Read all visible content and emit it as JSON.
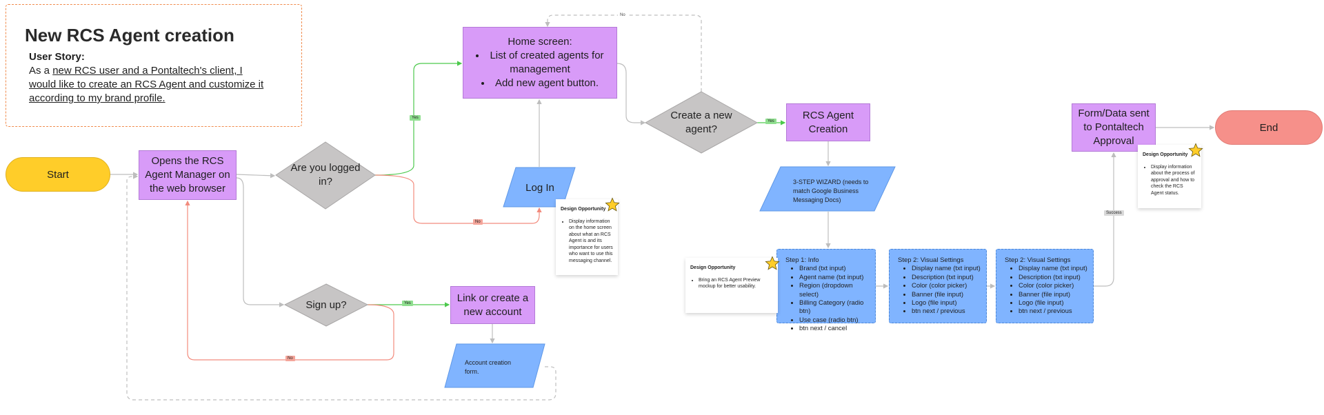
{
  "story": {
    "title": "New RCS Agent creation",
    "label": "User Story:",
    "text_prefix": "As a ",
    "text_underlined": "new RCS user and a Pontaltech's client, I would like to create an RCS Agent and customize it according to my brand profile."
  },
  "nodes": {
    "start": "Start",
    "end": "End",
    "opens": "Opens the RCS Agent Manager on the web browser",
    "logged_in": "Are you logged in?",
    "sign_up": "Sign up?",
    "login": "Log In",
    "link_account": "Link or create a new account",
    "account_form": "Account creation form.",
    "home_title": "Home screen:",
    "home_items": [
      "List of created agents for management",
      "Add new agent button."
    ],
    "create_agent": "Create a new agent?",
    "rcs_creation": "RCS Agent Creation",
    "wizard": "3-STEP WIZARD (needs to match Google Business Messaging Docs)",
    "form_sent": "Form/Data sent to Pontaltech Approval"
  },
  "steps": [
    {
      "title": "Step 1: Info",
      "items": [
        "Brand (txt input)",
        "Agent name (txt input)",
        "Region (dropdown select)",
        "Billing Category (radio btn)",
        "Use case (radio btn)",
        "btn next / cancel"
      ]
    },
    {
      "title": "Step 2: Visual Settings",
      "items": [
        "Display name (txt input)",
        "Description (txt input)",
        "Color (color picker)",
        "Banner (file input)",
        "Logo (file input)",
        "btn next / previous"
      ]
    },
    {
      "title": "Step 2: Visual Settings",
      "items": [
        "Display name (txt input)",
        "Description (txt input)",
        "Color (color picker)",
        "Banner (file input)",
        "Logo (file input)",
        "btn next / previous"
      ]
    }
  ],
  "opportunities": [
    {
      "title": "Design Opportunity",
      "text": "Display information on the home screen about what an RCS Agent is and its importance for users who want to use this messaging channel."
    },
    {
      "title": "Design Opportunity",
      "text": "Bring an RCS Agent Preview mockup for better usability."
    },
    {
      "title": "Design Opportunity",
      "text": "Display information about the process of approval and how to check the RCS Agent status."
    }
  ],
  "edge_labels": {
    "yes_home": "Yes",
    "no_login": "No",
    "no_loop": "No",
    "yes_create": "Yes",
    "yes_signup": "Yes",
    "no_signup": "No",
    "success": "Success"
  },
  "colors": {
    "start": "#ffcd29",
    "end": "#f6908a",
    "process": "#d89bf8",
    "decision": "#c7c5c5",
    "io": "#80b4ff",
    "yes_edge": "#4cc94c",
    "no_edge": "#f28b7d",
    "neutral_edge": "#bdbdbd",
    "story_border": "#f08a4b"
  },
  "icons": {
    "opportunity": "star-icon"
  }
}
